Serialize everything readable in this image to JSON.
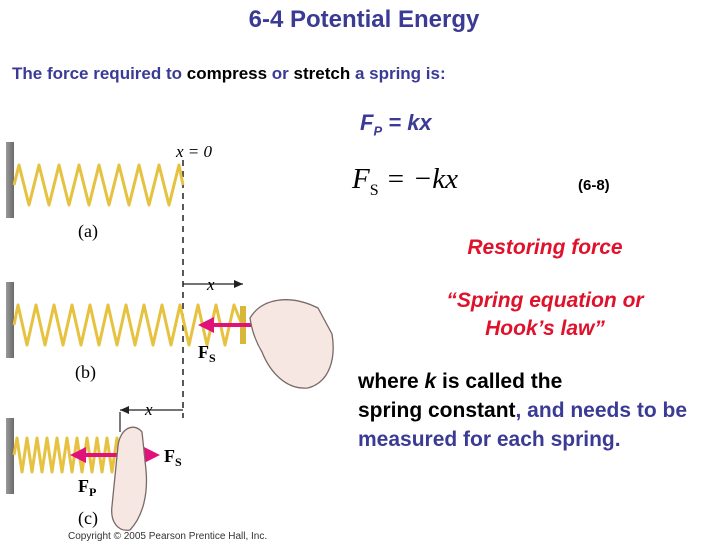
{
  "title": "6-4 Potential Energy",
  "intro": {
    "part1": "The force required to ",
    "compress": "compress",
    "or": " or ",
    "stretch": "stretch",
    "part2": " a spring is:"
  },
  "equation_fp": {
    "f": "F",
    "sub": "P",
    "rest": " = kx"
  },
  "equation_fs": {
    "f": "F",
    "sub": "S",
    "rest": " = −kx"
  },
  "equation_number": "(6-8)",
  "restoring_force": "Restoring force",
  "spring_equation": {
    "line1": "“Spring equation or",
    "line2": "Hook’s law”"
  },
  "where_text": {
    "p1": "where ",
    "k": "k",
    "p2": " is called the",
    "spring_constant": "spring constant",
    "p3": ", and needs to be measured for each spring."
  },
  "figure": {
    "x_eq_zero": "x = 0",
    "label_a": "(a)",
    "label_b": "(b)",
    "label_c": "(c)",
    "x_label": "x",
    "force_fp": "F",
    "force_fp_sub": "P",
    "force_fs": "F",
    "force_fs_sub": "S",
    "copyright": "Copyright © 2005 Pearson Prentice Hall, Inc."
  },
  "colors": {
    "title": "#3b3b96",
    "emphasis": "#e0112b",
    "spring": "#e6c240",
    "arrow": "#e0117a"
  }
}
